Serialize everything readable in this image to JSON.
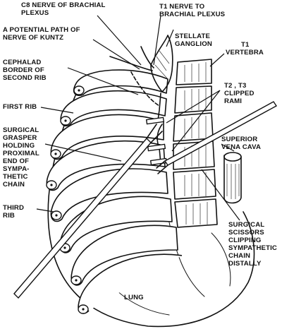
{
  "labels": {
    "c8_nerve_l1": "C8 NERVE OF BRACHIAL",
    "c8_nerve_l2": "PLEXUS",
    "t1_nerve_l1": "T1 NERVE TO",
    "t1_nerve_l2": "BRACHIAL PLEXUS",
    "kuntz_l1": "A POTENTIAL PATH OF",
    "kuntz_l2": "NERVE OF KUNTZ",
    "stellate_l1": "STELLATE",
    "stellate_l2": "GANGLION",
    "t1_vertebra_l1": "T1",
    "t1_vertebra_l2": "VERTEBRA",
    "cephalad_l1": "CEPHALAD",
    "cephalad_l2": "BORDER OF",
    "cephalad_l3": "SECOND RIB",
    "clipped_l1": "T2 , T3",
    "clipped_l2": "CLIPPED",
    "clipped_l3": "RAMI",
    "first_rib": "FIRST RIB",
    "grasper_l1": "SURGICAL",
    "grasper_l2": "GRASPER",
    "grasper_l3": "HOLDING",
    "grasper_l4": "PROXIMAL",
    "grasper_l5": "END OF",
    "grasper_l6": "SYMPA-",
    "grasper_l7": "THETIC",
    "grasper_l8": "CHAIN",
    "svc_l1": "SUPERIOR",
    "svc_l2": "VENA CAVA",
    "third_rib_l1": "THIRD",
    "third_rib_l2": "RIB",
    "scissors_l1": "SURGICAL",
    "scissors_l2": "SCISSORS",
    "scissors_l3": "CLIPPING",
    "scissors_l4": "SYMPATHETIC",
    "scissors_l5": "CHAIN",
    "scissors_l6": "DISTALLY",
    "lung": "LUNG"
  }
}
